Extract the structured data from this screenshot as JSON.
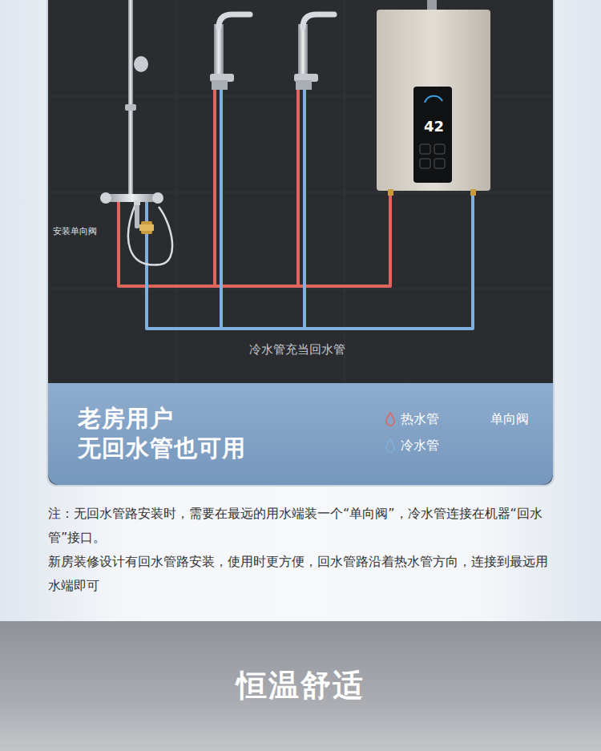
{
  "diagram": {
    "nodes": [
      {
        "text": [
          "老房用户 无回水管也可用"
        ]
      },
      {
        "text": [
          "恒温舒适"
        ]
      }
    ],
    "labels": [
      "安装单向阀",
      "冷水管充当回水管",
      "42",
      "注：无回水管路安装时，需要在最远的用水端装一个“单向阀”，冷水管连接在机器“回水管”接口。",
      "新房装修设计有回水管路安装，使用时更方便，回水管路沿着热水管方向，连接到最远用水端即可"
    ],
    "legend": [
      {
        "text": "热水管",
        "color": "#e0665c"
      },
      {
        "text": "单向阀"
      },
      {
        "text": "冷水管",
        "color": "#7fb0e0"
      }
    ]
  }
}
